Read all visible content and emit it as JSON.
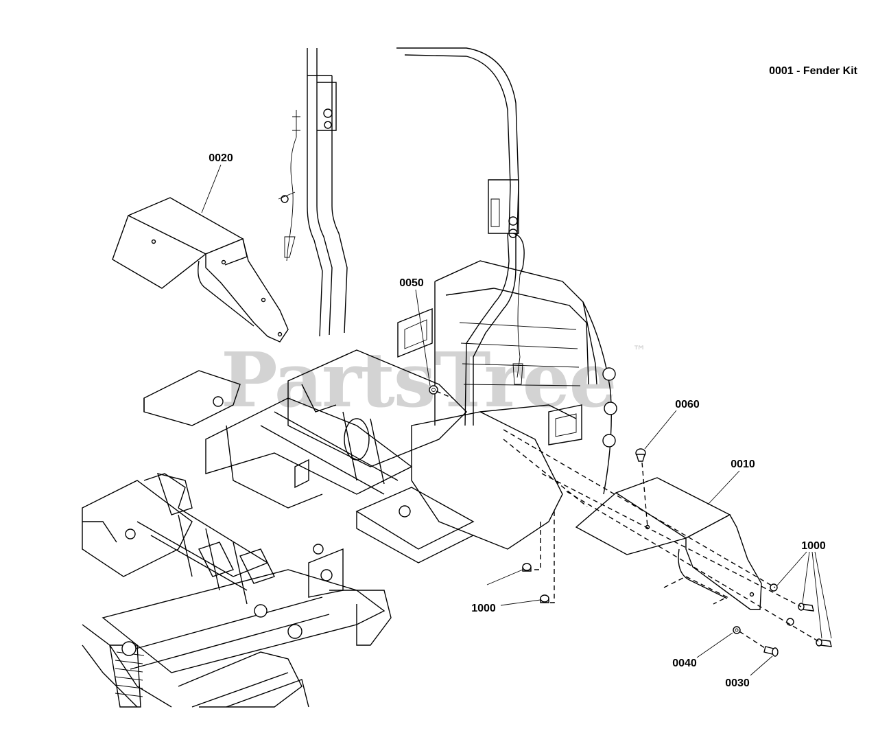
{
  "title": "0001 - Fender Kit",
  "watermark": "PartsTree",
  "watermark_tm": "™",
  "callouts": {
    "p0020": "0020",
    "p0050": "0050",
    "p0060": "0060",
    "p0010": "0010",
    "p1000_right": "1000",
    "p1000_left": "1000",
    "p0040": "0040",
    "p0030": "0030"
  }
}
